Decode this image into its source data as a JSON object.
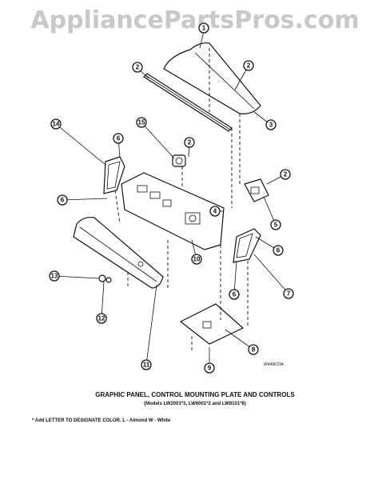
{
  "watermark": "AppliancePartsPros.com",
  "diagram": {
    "title": "GRAPHIC PANEL, CONTROL MOUNTING PLATE AND CONTROLS",
    "models": "(Models LW2001*3, LW6001*2 and LW8101*8)",
    "footnote": "* Add LETTER TO DESIGNATE COLOR.  L - Almond  W - White",
    "drawing_code": "W449F23A",
    "callouts": [
      "1",
      "2",
      "2",
      "3",
      "14",
      "6",
      "15",
      "2",
      "2",
      "6",
      "4",
      "5",
      "10",
      "6",
      "13",
      "7",
      "12",
      "6",
      "11",
      "8",
      "9"
    ]
  }
}
